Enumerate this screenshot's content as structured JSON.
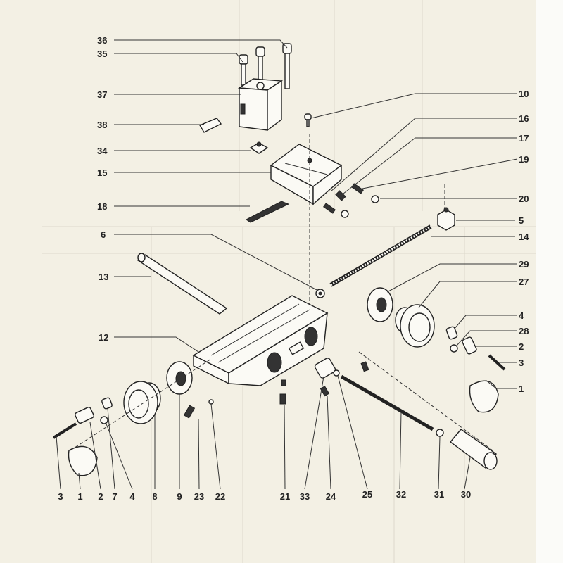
{
  "diagram": {
    "type": "exploded parts diagram",
    "part_labels": {
      "top": {
        "p36": "36",
        "p35": "35",
        "p37": "37",
        "p38": "38",
        "p34": "34",
        "p15": "15",
        "p18": "18",
        "p10": "10",
        "p16": "16",
        "p17": "17",
        "p19": "19",
        "p20": "20",
        "p5": "5",
        "p14": "14"
      },
      "middle": {
        "p6": "6",
        "p13": "13",
        "p12": "12",
        "p29": "29",
        "p27": "27",
        "p4r": "4",
        "p28": "28",
        "p2r": "2",
        "p3r": "3",
        "p1r": "1"
      },
      "bottom": [
        "3",
        "1",
        "2",
        "7",
        "4",
        "8",
        "9",
        "23",
        "22",
        "21",
        "33",
        "24",
        "25",
        "32",
        "31",
        "30"
      ]
    }
  }
}
